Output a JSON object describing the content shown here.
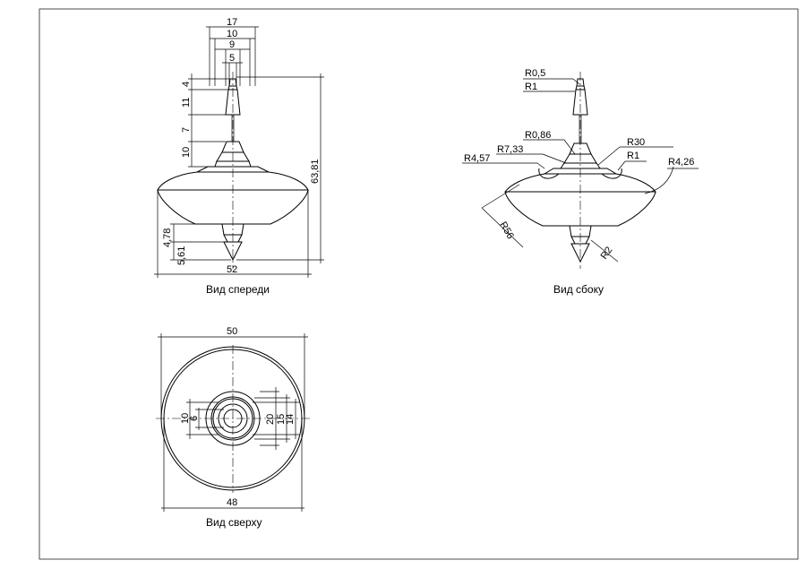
{
  "views": {
    "front": {
      "caption": "Вид спереди",
      "dims": {
        "d17": "17",
        "d10": "10",
        "d9": "9",
        "d5": "5",
        "d4": "4",
        "d11": "11",
        "d7": "7",
        "d10v": "10",
        "d6381": "63,81",
        "d478": "4,78",
        "d561": "5,61",
        "d52": "52"
      }
    },
    "side": {
      "caption": "Вид сбоку",
      "dims": {
        "r05": "R0,5",
        "r1a": "R1",
        "r086": "R0,86",
        "r733": "R7,33",
        "r457": "R4,57",
        "r30": "R30",
        "r1b": "R1",
        "r426": "R4,26",
        "r56": "R56",
        "r2": "R2"
      }
    },
    "top": {
      "caption": "Вид сверху",
      "dims": {
        "d50": "50",
        "d48": "48",
        "d10": "10",
        "d6": "6",
        "d20": "20",
        "d15": "15",
        "d14": "14"
      }
    }
  }
}
